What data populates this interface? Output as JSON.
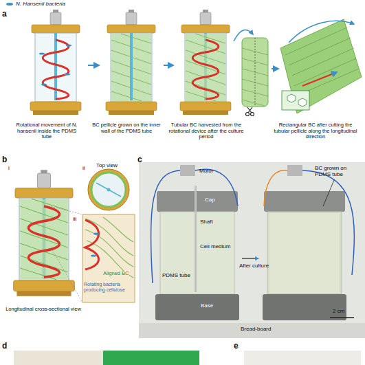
{
  "diagram": {
    "labels": [
      "a",
      "Rotational movement of N. hansenii inside the PDMS tube",
      "BC pellicle grown on the inner wall of the PDMS tube",
      "Tubular BC harvested from the rotational device after the culture period",
      "Rectangular BC after cutting the tubular pellicle along the longitudinal direction",
      "b",
      "i",
      "ii",
      "Top view",
      "iii",
      "Aligned BC",
      "Rotating bacteria producing cellulose",
      "Longitudinal cross-sectional view",
      "c",
      "Motor",
      "Cap",
      "Shaft",
      "Cell medium",
      "PDMS tube",
      "Base",
      "Bread-board",
      "After culture",
      "BC grown on PDMS tube",
      "2 cm",
      "d",
      "e"
    ],
    "legend": [
      {
        "text": "N. Hansenii bacteria"
      }
    ]
  }
}
